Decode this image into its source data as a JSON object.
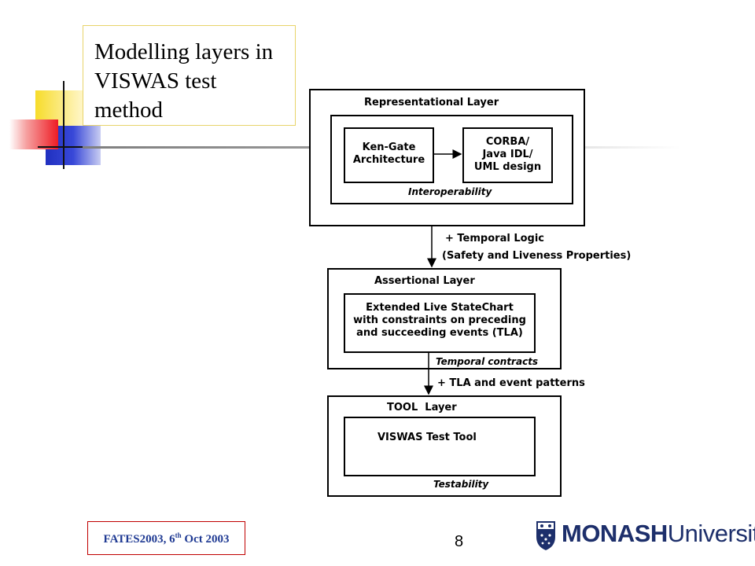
{
  "slide": {
    "title": "Modelling layers in VISWAS test method",
    "title_lines": [
      "Modelling layers in",
      "VISWAS test",
      "method"
    ],
    "page_number": "8"
  },
  "footer": {
    "conference": "FATES2003, 6",
    "superscript": "th",
    "date_rest": " Oct 2003"
  },
  "logo": {
    "name_bold": "MONASH",
    "name_regular": "University",
    "icon": "monash-crest-icon"
  },
  "diagram": {
    "representational_layer": {
      "title": "Representational Layer",
      "left_box_lines": [
        "Ken-Gate",
        "Architecture"
      ],
      "right_box_lines": [
        "CORBA/",
        "Java IDL/",
        "UML design"
      ],
      "inner_label": "Interoperability"
    },
    "arrow1_labels": [
      "+ Temporal Logic",
      "(Safety and Liveness Properties)"
    ],
    "assertional_layer": {
      "title": "Assertional Layer",
      "box_lines": [
        "Extended Live StateChart",
        "with constraints on preceding",
        "and succeeding events (TLA)"
      ],
      "inner_label": "Temporal contracts"
    },
    "arrow2_label": "+ TLA and event patterns",
    "tool_layer": {
      "title": "TOOL  Layer",
      "box_label": "VISWAS Test Tool",
      "inner_label": "Testability"
    }
  },
  "colors": {
    "deco_yellow": "#f5d400",
    "deco_red": "#ee1c24",
    "deco_blue": "#2b35c8",
    "footer_text": "#1f3a93",
    "footer_border": "#c00000",
    "logo_blue": "#1d2f6b"
  }
}
